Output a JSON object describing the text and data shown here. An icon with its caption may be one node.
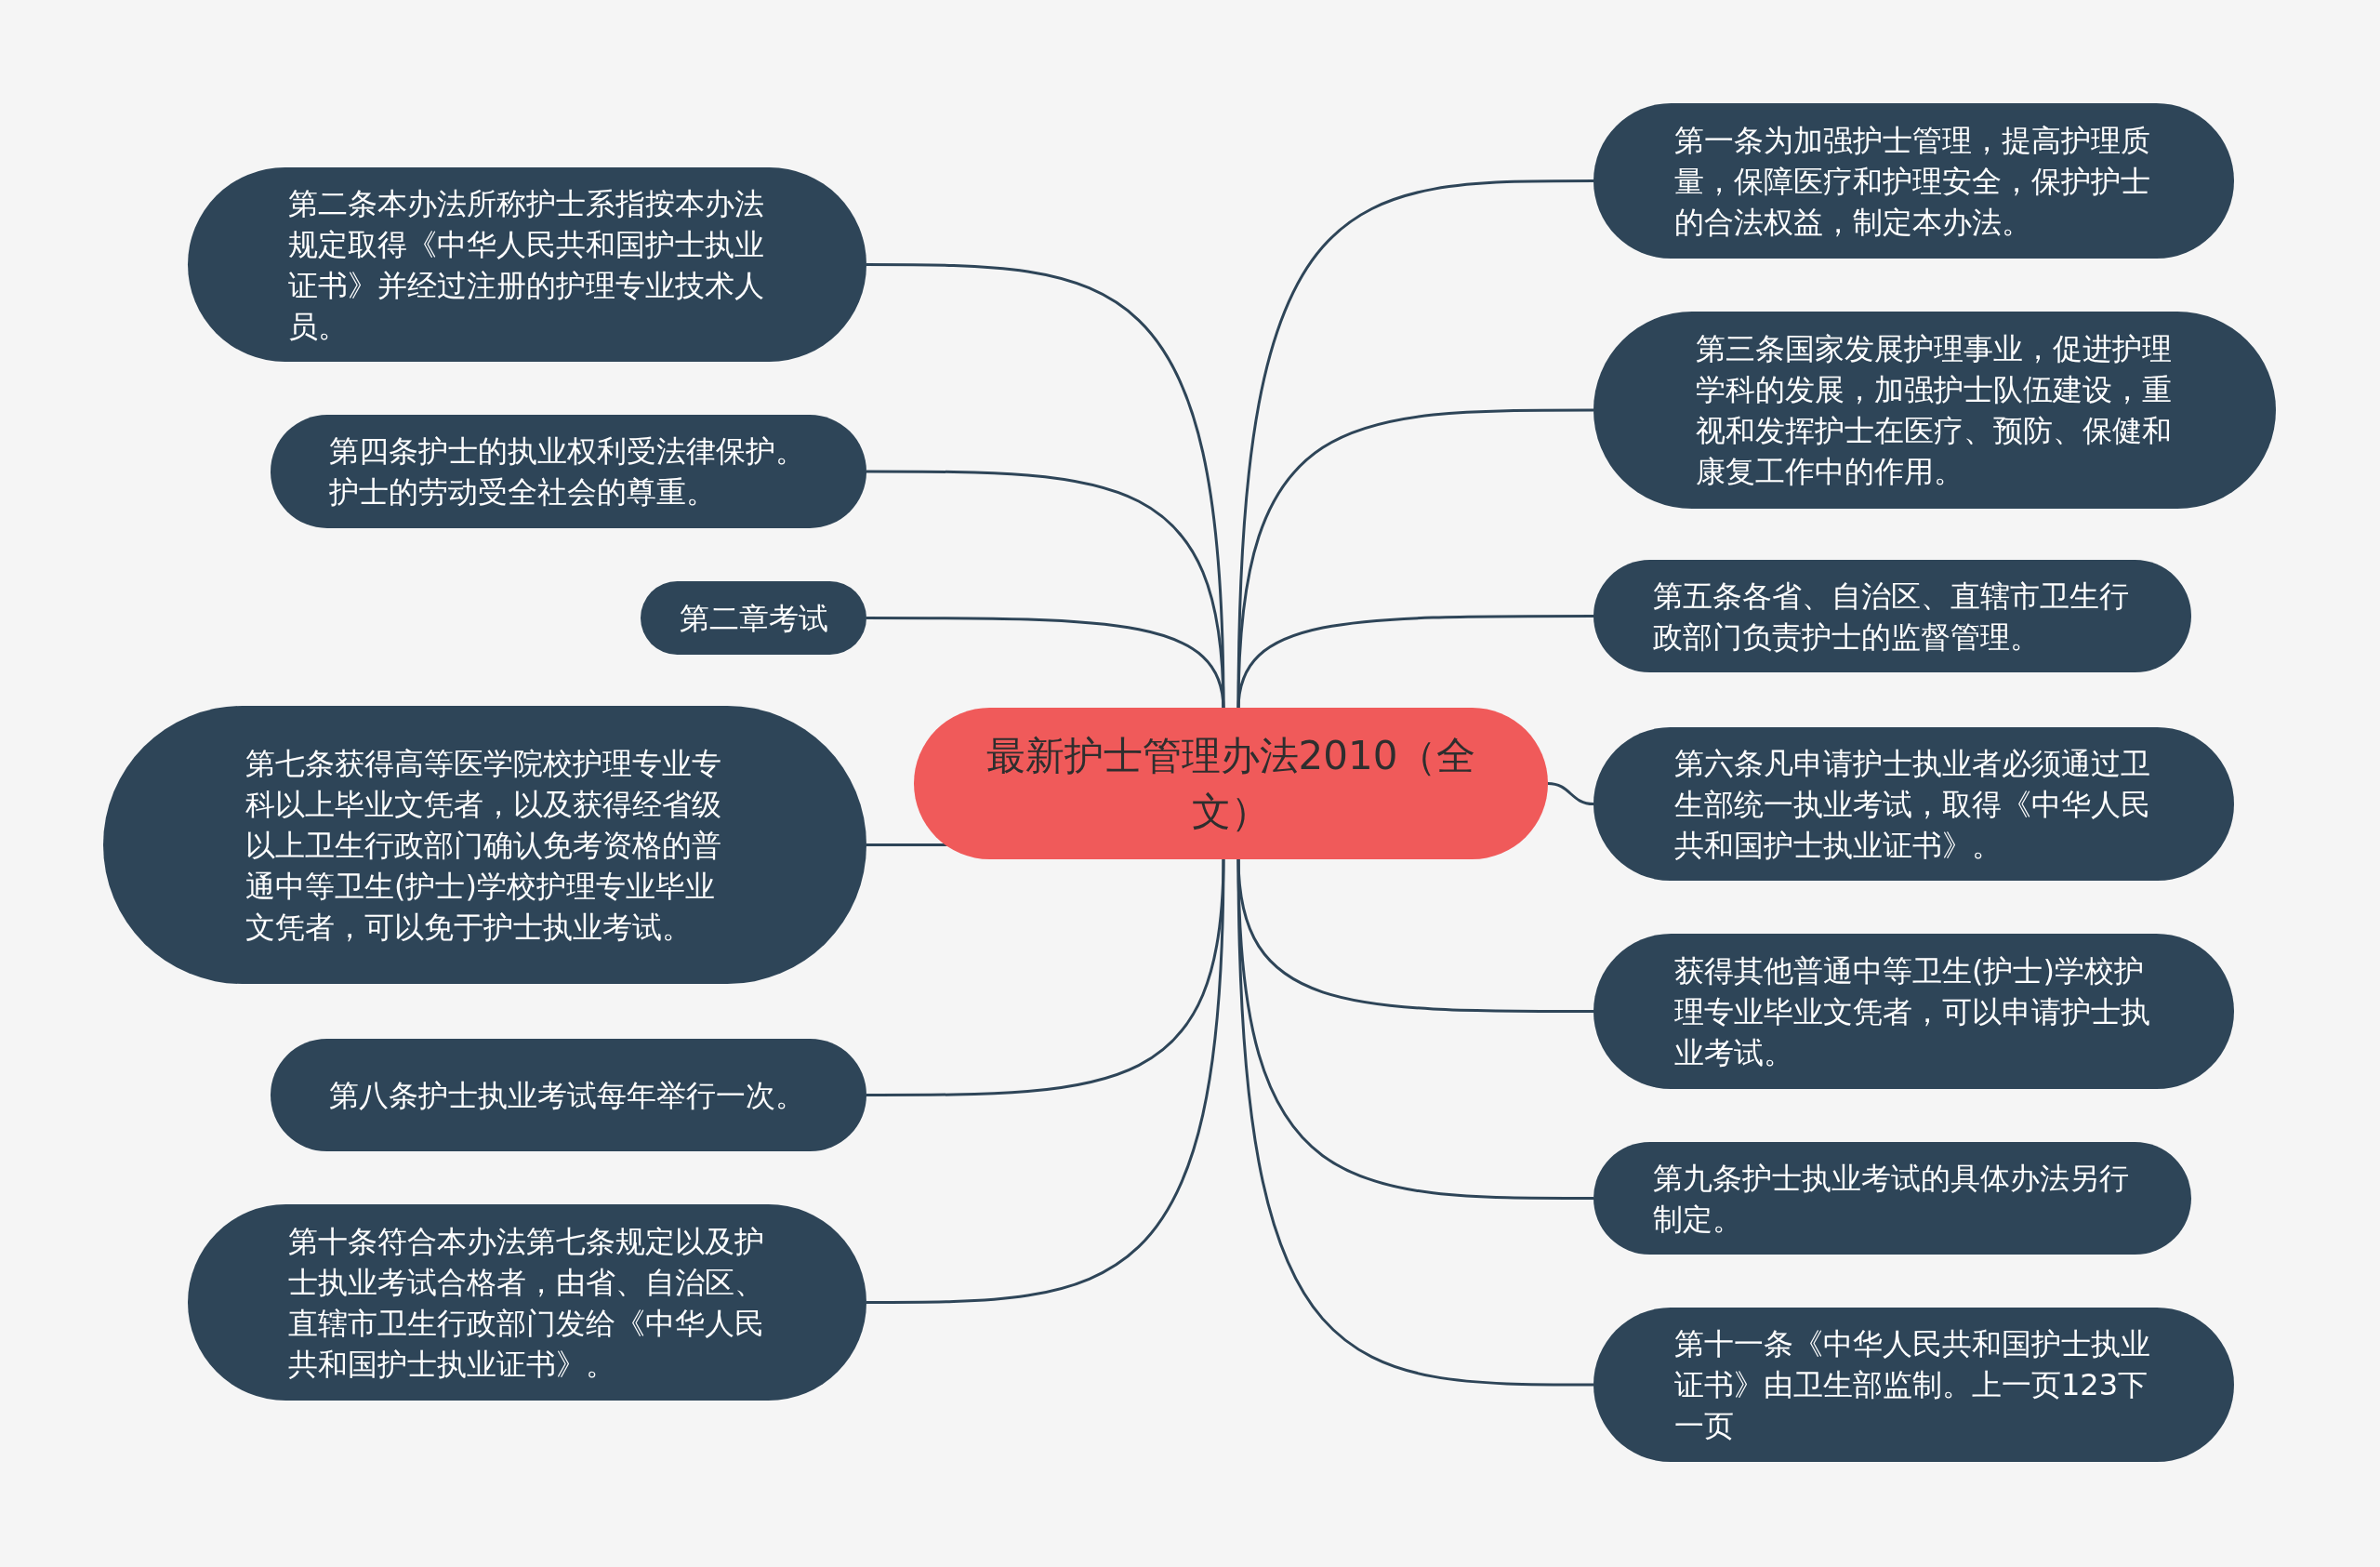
{
  "diagram": {
    "nodes": [
      {
        "text": [
          "最新护士管理办法2010（全文）"
        ]
      },
      {
        "text": [
          "第二条本办法所称护士系指按本办法规定取得《中华人民共和国护士执业证书》并经过注册的护理专业技术人员。"
        ]
      },
      {
        "text": [
          "第四条护士的执业权利受法律保护。护士的劳动受全社会的尊重。"
        ]
      },
      {
        "text": [
          "第二章考试"
        ]
      },
      {
        "text": [
          "第七条获得高等医学院校护理专业专科以上毕业文凭者，以及获得经省级以上卫生行政部门确认免考资格的普通中等卫生(护士)学校护理专业毕业文凭者，可以免于护士执业考试。"
        ]
      },
      {
        "text": [
          "第八条护士执业考试每年举行一次。"
        ]
      },
      {
        "text": [
          "第十条符合本办法第七条规定以及护士执业考试合格者，由省、自治区、直辖市卫生行政部门发给《中华人民共和国护士执业证书》。"
        ]
      },
      {
        "text": [
          "第一条为加强护士管理，提高护理质量，保障医疗和护理安全，保护护士的合法权益，制定本办法。"
        ]
      },
      {
        "text": [
          "第三条国家发展护理事业，促进护理学科的发展，加强护士队伍建设，重视和发挥护士在医疗、预防、保健和康复工作中的作用。"
        ]
      },
      {
        "text": [
          "第五条各省、自治区、直辖市卫生行政部门负责护士的监督管理。"
        ]
      },
      {
        "text": [
          "第六条凡申请护士执业者必须通过卫生部统一执业考试，取得《中华人民共和国护士执业证书》。"
        ]
      },
      {
        "text": [
          "获得其他普通中等卫生(护士)学校护理专业毕业文凭者，可以申请护士执业考试。"
        ]
      },
      {
        "text": [
          "第九条护士执业考试的具体办法另行制定。"
        ]
      },
      {
        "text": [
          "第十一条《中华人民共和国护士执业证书》由卫生部监制。上一页123下一页"
        ]
      }
    ],
    "edges": [
      {
        "from": 0,
        "to": 1,
        "arrow": "none"
      },
      {
        "from": 0,
        "to": 2,
        "arrow": "none"
      },
      {
        "from": 0,
        "to": 3,
        "arrow": "none"
      },
      {
        "from": 0,
        "to": 4,
        "arrow": "none"
      },
      {
        "from": 0,
        "to": 5,
        "arrow": "none"
      },
      {
        "from": 0,
        "to": 6,
        "arrow": "none"
      },
      {
        "from": 0,
        "to": 7,
        "arrow": "none"
      },
      {
        "from": 0,
        "to": 8,
        "arrow": "none"
      },
      {
        "from": 0,
        "to": 9,
        "arrow": "none"
      },
      {
        "from": 0,
        "to": 10,
        "arrow": "none"
      },
      {
        "from": 0,
        "to": 11,
        "arrow": "none"
      },
      {
        "from": 0,
        "to": 12,
        "arrow": "none"
      },
      {
        "from": 0,
        "to": 13,
        "arrow": "none"
      }
    ]
  }
}
